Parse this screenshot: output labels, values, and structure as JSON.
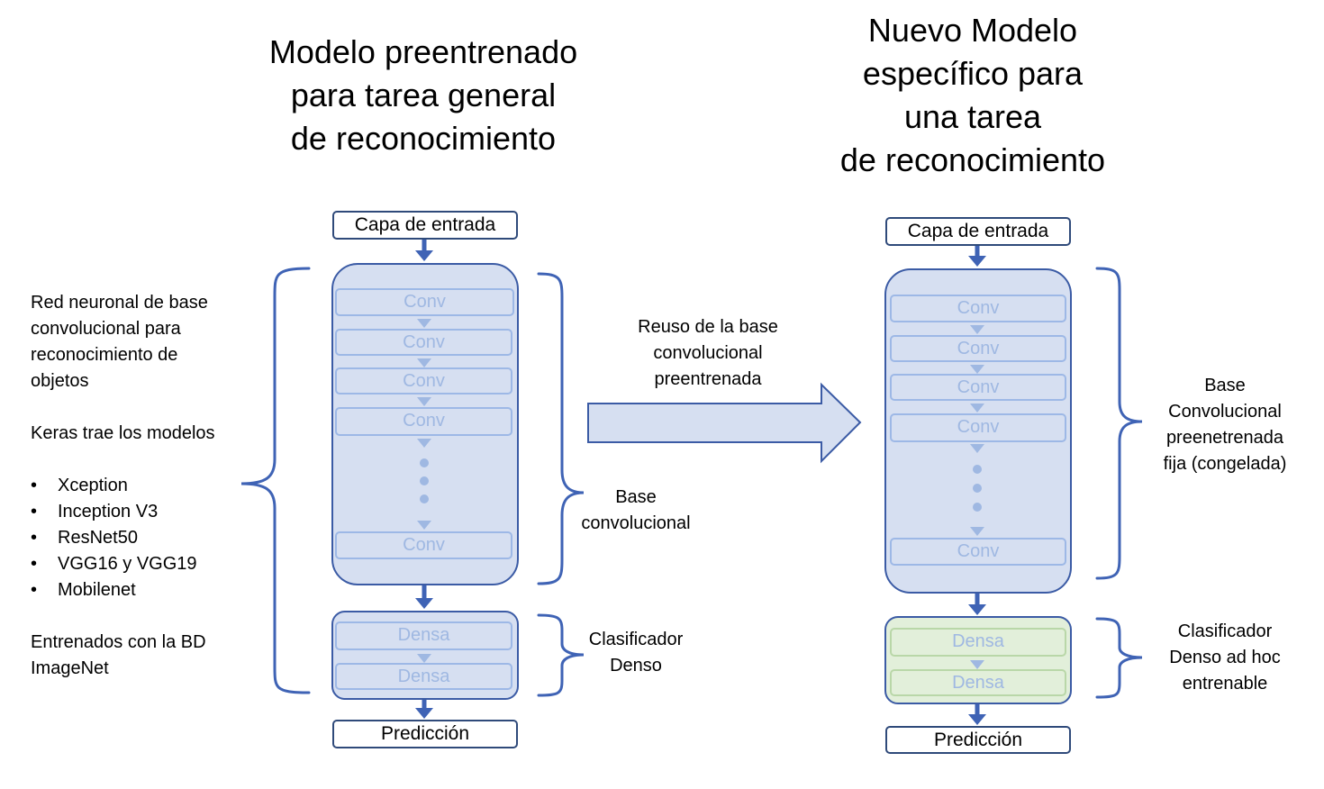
{
  "left_title": [
    "Modelo preentrenado",
    "para tarea general",
    "de reconocimiento"
  ],
  "right_title": [
    "Nuevo Modelo",
    "específico para",
    "una tarea",
    "de reconocimiento"
  ],
  "input_label": "Capa de entrada",
  "prediction_label": "Predicción",
  "conv_label": "Conv",
  "dense_label": "Densa",
  "left_description": {
    "lines": [
      "Red neuronal de base",
      "convolucional para",
      "reconocimiento de",
      "objetos"
    ],
    "keras_line": "Keras trae los modelos",
    "models": [
      "Xception",
      "Inception V3",
      "ResNet50",
      "VGG16 y VGG19",
      "Mobilenet"
    ],
    "trained_lines": [
      "Entrenados con la BD",
      "ImageNet"
    ]
  },
  "base_label": [
    "Base",
    "convolucional"
  ],
  "classifier_label": [
    "Clasificador",
    "Denso"
  ],
  "reuse_label": [
    "Reuso de la base",
    "convolucional",
    "preentrenada"
  ],
  "right_base_label": [
    "Base",
    "Convolucional",
    "preenetrenada",
    "fija (congelada)"
  ],
  "right_classifier_label": [
    "Clasificador",
    "Denso ad hoc",
    "entrenable"
  ],
  "colors": {
    "conv_block_fill": "#d6dff1",
    "conv_block_border": "#3b5ba5",
    "dense_trainable_fill": "#e2efda",
    "arrow": "#3f63b5",
    "brace": "#3f63b5",
    "layer_text": "#9fb8e2"
  }
}
